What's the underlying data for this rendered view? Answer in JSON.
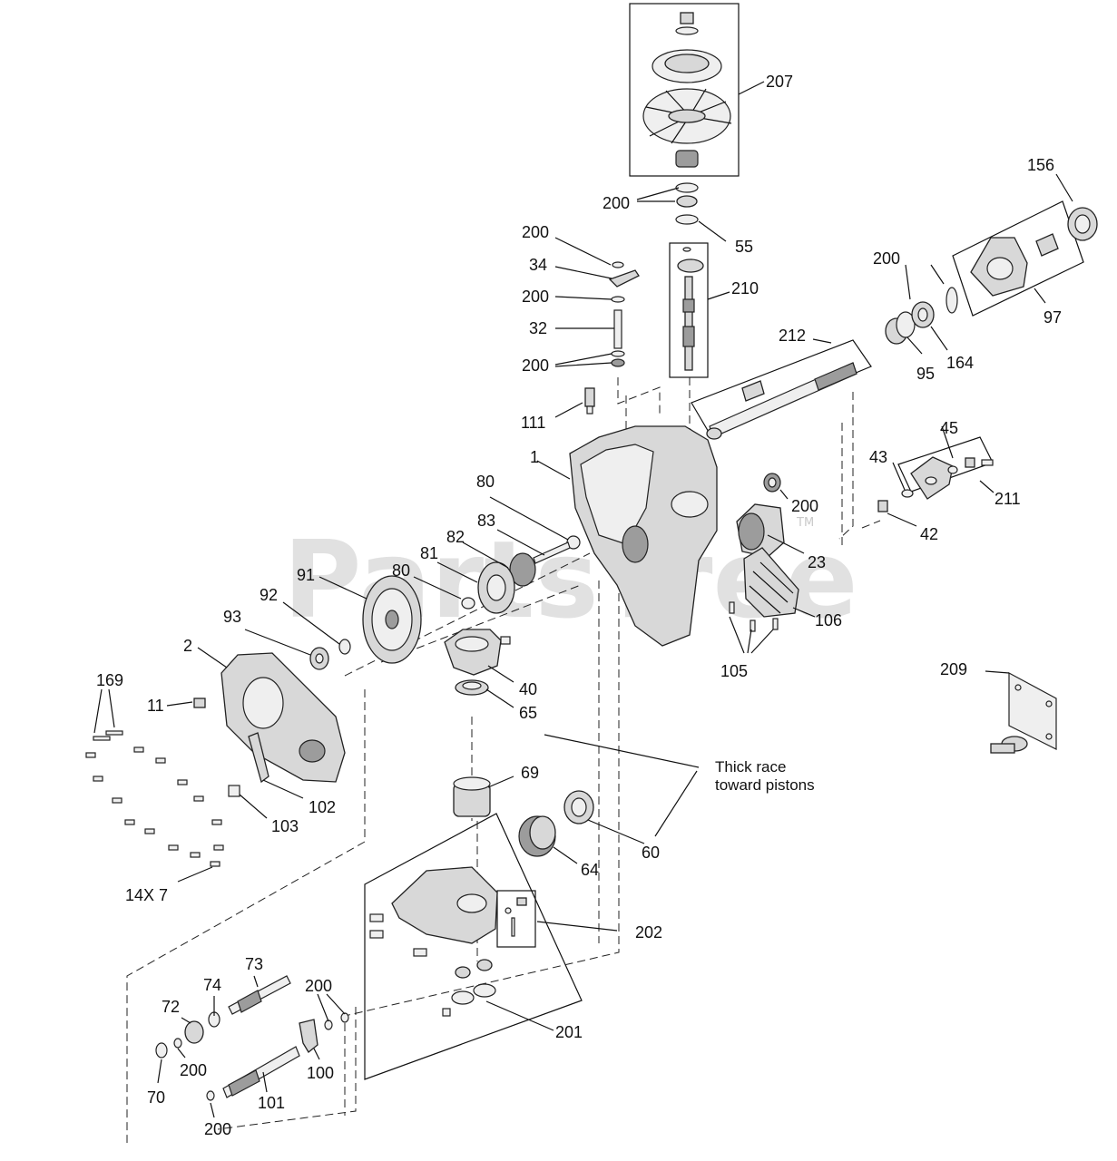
{
  "watermark": {
    "text": "PartsTree",
    "tm": "TM"
  },
  "labels": {
    "l207": "207",
    "l200a": "200",
    "l55": "55",
    "l156": "156",
    "l200b": "200",
    "l34": "34",
    "l200c": "200",
    "l32": "32",
    "l200d": "200",
    "l210": "210",
    "l200e": "200",
    "l97": "97",
    "l212": "212",
    "l95": "95",
    "l164": "164",
    "l111": "111",
    "l1": "1",
    "l45": "45",
    "l43": "43",
    "l211": "211",
    "l80a": "80",
    "l200f": "200",
    "l42": "42",
    "l83": "83",
    "l82": "82",
    "l23": "23",
    "l81": "81",
    "l91": "91",
    "l80b": "80",
    "l92": "92",
    "l106": "106",
    "l93": "93",
    "l2": "2",
    "l105": "105",
    "l209": "209",
    "l40": "40",
    "l169": "169",
    "l11": "11",
    "l65": "65",
    "l69": "69",
    "l102": "102",
    "l103": "103",
    "l60": "60",
    "l64": "64",
    "l14x7": "14X 7",
    "l202": "202",
    "l73": "73",
    "l74": "74",
    "l200g": "200",
    "l72": "72",
    "l201": "201",
    "l200h": "200",
    "l100": "100",
    "l70": "70",
    "l101": "101",
    "l200i": "200"
  },
  "note": {
    "line1": "Thick race",
    "line2": "toward pistons"
  }
}
